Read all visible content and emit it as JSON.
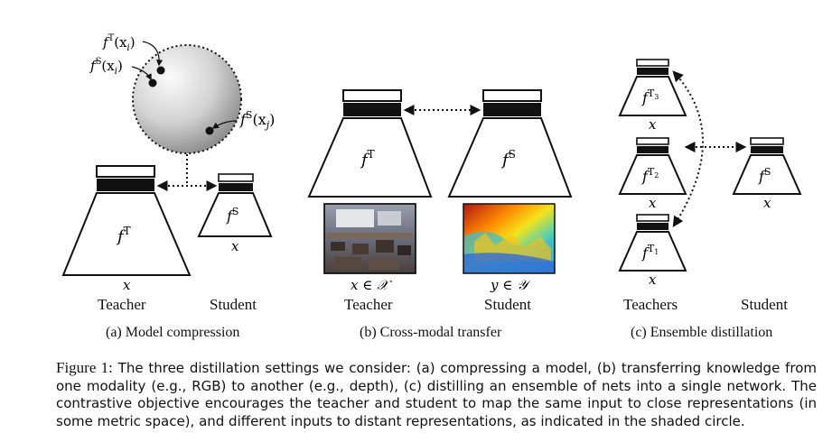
{
  "panels": {
    "a": {
      "teacher_net_label": "f",
      "teacher_net_sup": "T",
      "student_net_label": "f",
      "student_net_sup": "S",
      "teacher_input": "x",
      "student_input": "x",
      "teacher_label": "Teacher",
      "student_label": "Student",
      "subcaption": "(a) Model compression",
      "circle_points": [
        {
          "label": "f",
          "sup": "T",
          "arg": "(x",
          "argsub": "i",
          "close": ")"
        },
        {
          "label": "f",
          "sup": "S",
          "arg": "(x",
          "argsub": "i",
          "close": ")"
        },
        {
          "label": "f",
          "sup": "S",
          "arg": "(x",
          "argsub": "j",
          "close": ")"
        }
      ]
    },
    "b": {
      "teacher_net_label": "f",
      "teacher_net_sup": "T",
      "student_net_label": "f",
      "student_net_sup": "S",
      "teacher_input": "x ∈ 𝒳",
      "student_input": "y ∈ 𝒴",
      "teacher_label": "Teacher",
      "student_label": "Student",
      "subcaption": "(b) Cross-modal transfer"
    },
    "c": {
      "teachers": [
        {
          "label": "f",
          "sup": "T",
          "supsub": "3",
          "input": "x"
        },
        {
          "label": "f",
          "sup": "T",
          "supsub": "2",
          "input": "x"
        },
        {
          "label": "f",
          "sup": "T",
          "supsub": "1",
          "input": "x"
        }
      ],
      "student_net_label": "f",
      "student_net_sup": "S",
      "student_input": "x",
      "teacher_label": "Teachers",
      "student_label": "Student",
      "subcaption": "(c) Ensemble distillation"
    }
  },
  "caption": {
    "figure_label": "Figure 1:",
    "text": "The three distillation settings we consider: (a) compressing a model, (b) transferring knowledge from one modality (e.g., RGB) to another (e.g., depth), (c) distilling an ensemble of nets into a single network. The contrastive objective encourages the teacher and student to map the same input to close representations (in some metric space), and different inputs to distant representations, as indicated in the shaded circle."
  },
  "colors": {
    "stroke": "#111111",
    "circle_light": "#f4f4f4",
    "circle_dark": "#8e8e8e"
  }
}
